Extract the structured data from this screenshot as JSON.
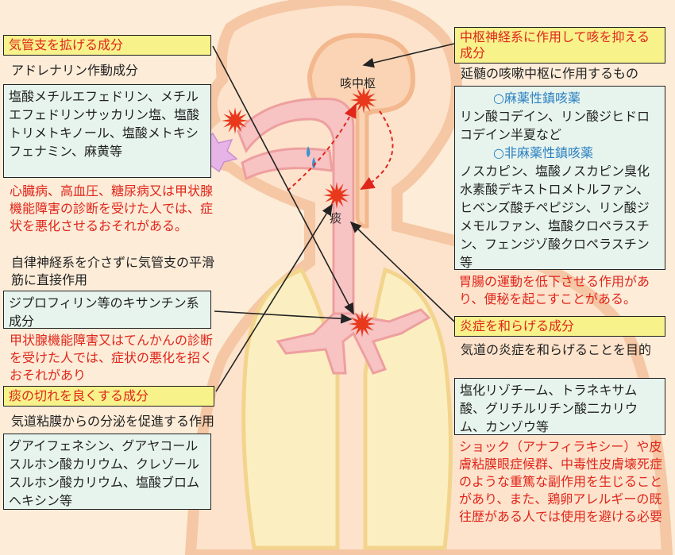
{
  "center": {
    "cough_center_label": "咳中枢",
    "phlegm_label": "痰"
  },
  "bronchodilator": {
    "title": "気管支を拡げる成分",
    "subtitle": "アドレナリン作動成分",
    "drugs": "塩酸メチルエフェドリン、メチルエフェドリンサッカリン塩、塩酸トリメトキノール、塩酸メトキシフェナミン、麻黄等",
    "warning": "心臓病、高血圧、糖尿病又は甲状腺機能障害の診断を受けた人では、症状を悪化させるおそれがある。",
    "direct_note": "自律神経系を介さずに気管支の平滑筋に直接作用",
    "xanthine": "ジプロフィリン等のキサンチン系成分",
    "xanthine_warning": "甲状腺機能障害又はてんかんの診断を受けた人では、症状の悪化を招くおそれがあり"
  },
  "expectorant": {
    "title": "痰の切れを良くする成分",
    "subtitle": "気道粘膜からの分泌を促進する作用",
    "drugs": "グアイフェネシン、グアヤコールスルホン酸カリウム、クレゾールスルホン酸カリウム、塩酸ブロムヘキシン等"
  },
  "central": {
    "title": "中枢神経系に作用して咳を抑える成分",
    "subtitle": "延髄の咳嗽中枢に作用するもの",
    "narcotic_header": "○麻薬性鎮咳薬",
    "narcotic_drugs": "リン酸コデイン、リン酸ジヒドロコデイン半夏など",
    "non_narcotic_header": "○非麻薬性鎮咳薬",
    "non_narcotic_drugs": "ノスカピン、塩酸ノスカピン臭化水素酸デキストロメトルファン、ヒベンズ酸チペピジン、リン酸ジメモルファン、塩酸クロペラスチン、フェンジゾ酸クロペラスチン等",
    "warning": "胃腸の運動を低下させる作用があり、便秘を起こすことがある。"
  },
  "anti_inflammatory": {
    "title": "炎症を和らげる成分",
    "subtitle": "気道の炎症を和らげることを目的",
    "drugs": "塩化リゾチーム、トラネキサム酸、グリチルリチン酸二カリウム、カンゾウ等",
    "warning": "ショック（アナフィラキシー）や皮膚粘膜眼症候群、中毒性皮膚壊死症のような重篤な副作用を生じることがあり、また、鶏卵アレルギーの既往歴がある人では使用を避ける必要"
  },
  "colors": {
    "background": "#fcecd8",
    "body_outline": "#f5c7a4",
    "body_fill": "#fde3cc",
    "airway": "#f7c3c3",
    "lungs": "#fbefc1",
    "title_fill": "#f7f28a",
    "drug_box_fill": "#e7f4ee",
    "warning_text": "#e0261b",
    "header_blue": "#2a7fc0",
    "starburst": "#e8391d"
  }
}
